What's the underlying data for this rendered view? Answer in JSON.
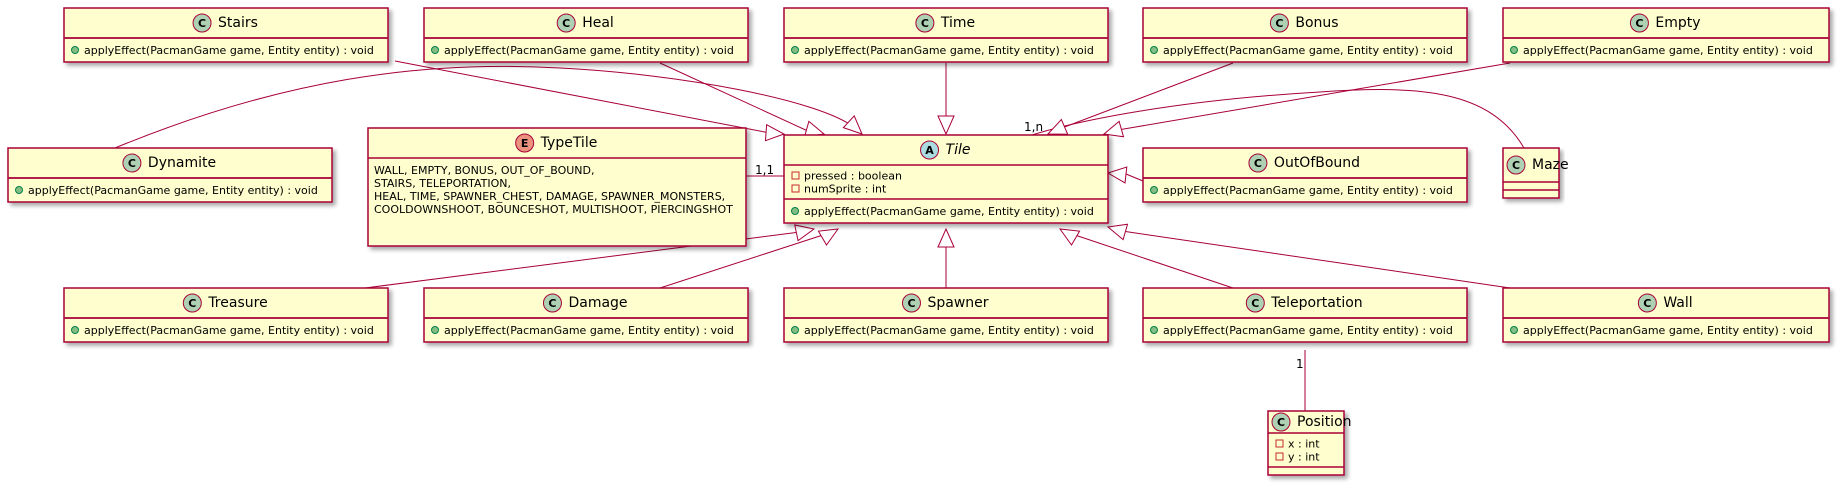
{
  "classes": {
    "stairs": {
      "name": "Stairs",
      "kind": "C",
      "members": [],
      "methods": [
        "applyEffect(PacmanGame game, Entity entity) : void"
      ]
    },
    "heal": {
      "name": "Heal",
      "kind": "C",
      "members": [],
      "methods": [
        "applyEffect(PacmanGame game, Entity entity) : void"
      ]
    },
    "time": {
      "name": "Time",
      "kind": "C",
      "members": [],
      "methods": [
        "applyEffect(PacmanGame game, Entity entity) : void"
      ]
    },
    "bonus": {
      "name": "Bonus",
      "kind": "C",
      "members": [],
      "methods": [
        "applyEffect(PacmanGame game, Entity entity) : void"
      ]
    },
    "empty": {
      "name": "Empty",
      "kind": "C",
      "members": [],
      "methods": [
        "applyEffect(PacmanGame game, Entity entity) : void"
      ]
    },
    "dynamite": {
      "name": "Dynamite",
      "kind": "C",
      "members": [],
      "methods": [
        "applyEffect(PacmanGame game, Entity entity) : void"
      ]
    },
    "typetile": {
      "name": "TypeTile",
      "kind": "E",
      "values": [
        "WALL, EMPTY, BONUS, OUT_OF_BOUND,",
        "STAIRS, TELEPORTATION,",
        "HEAL, TIME, SPAWNER_CHEST, DAMAGE, SPAWNER_MONSTERS,",
        "COOLDOWNSHOOT, BOUNCESHOT, MULTISHOOT, PIERCINGSHOT"
      ]
    },
    "tile": {
      "name": "Tile",
      "kind": "A",
      "members": [
        "pressed : boolean",
        "numSprite : int"
      ],
      "methods": [
        "applyEffect(PacmanGame game, Entity entity) : void"
      ]
    },
    "outofbound": {
      "name": "OutOfBound",
      "kind": "C",
      "members": [],
      "methods": [
        "applyEffect(PacmanGame game, Entity entity) : void"
      ]
    },
    "maze": {
      "name": "Maze",
      "kind": "C",
      "members": [],
      "methods": []
    },
    "treasure": {
      "name": "Treasure",
      "kind": "C",
      "members": [],
      "methods": [
        "applyEffect(PacmanGame game, Entity entity) : void"
      ]
    },
    "damage": {
      "name": "Damage",
      "kind": "C",
      "members": [],
      "methods": [
        "applyEffect(PacmanGame game, Entity entity) : void"
      ]
    },
    "spawner": {
      "name": "Spawner",
      "kind": "C",
      "members": [],
      "methods": [
        "applyEffect(PacmanGame game, Entity entity) : void"
      ]
    },
    "teleportation": {
      "name": "Teleportation",
      "kind": "C",
      "members": [],
      "methods": [
        "applyEffect(PacmanGame game, Entity entity) : void"
      ]
    },
    "wall": {
      "name": "Wall",
      "kind": "C",
      "members": [],
      "methods": [
        "applyEffect(PacmanGame game, Entity entity) : void"
      ]
    },
    "position": {
      "name": "Position",
      "kind": "C",
      "members": [
        "x : int",
        "y : int"
      ],
      "methods": []
    }
  },
  "multiplicities": {
    "typetile_tile": "1,1",
    "maze_tile": "1,n",
    "teleportation_position": "1"
  },
  "colors": {
    "box_fill": "#FEFECE",
    "border": "#A80036",
    "class_badge": "#ADD1B2",
    "enum_badge": "#EB937F",
    "abstract_badge": "#A9DCDF",
    "private_marker": "#C82930",
    "public_marker": "#84BE84"
  }
}
